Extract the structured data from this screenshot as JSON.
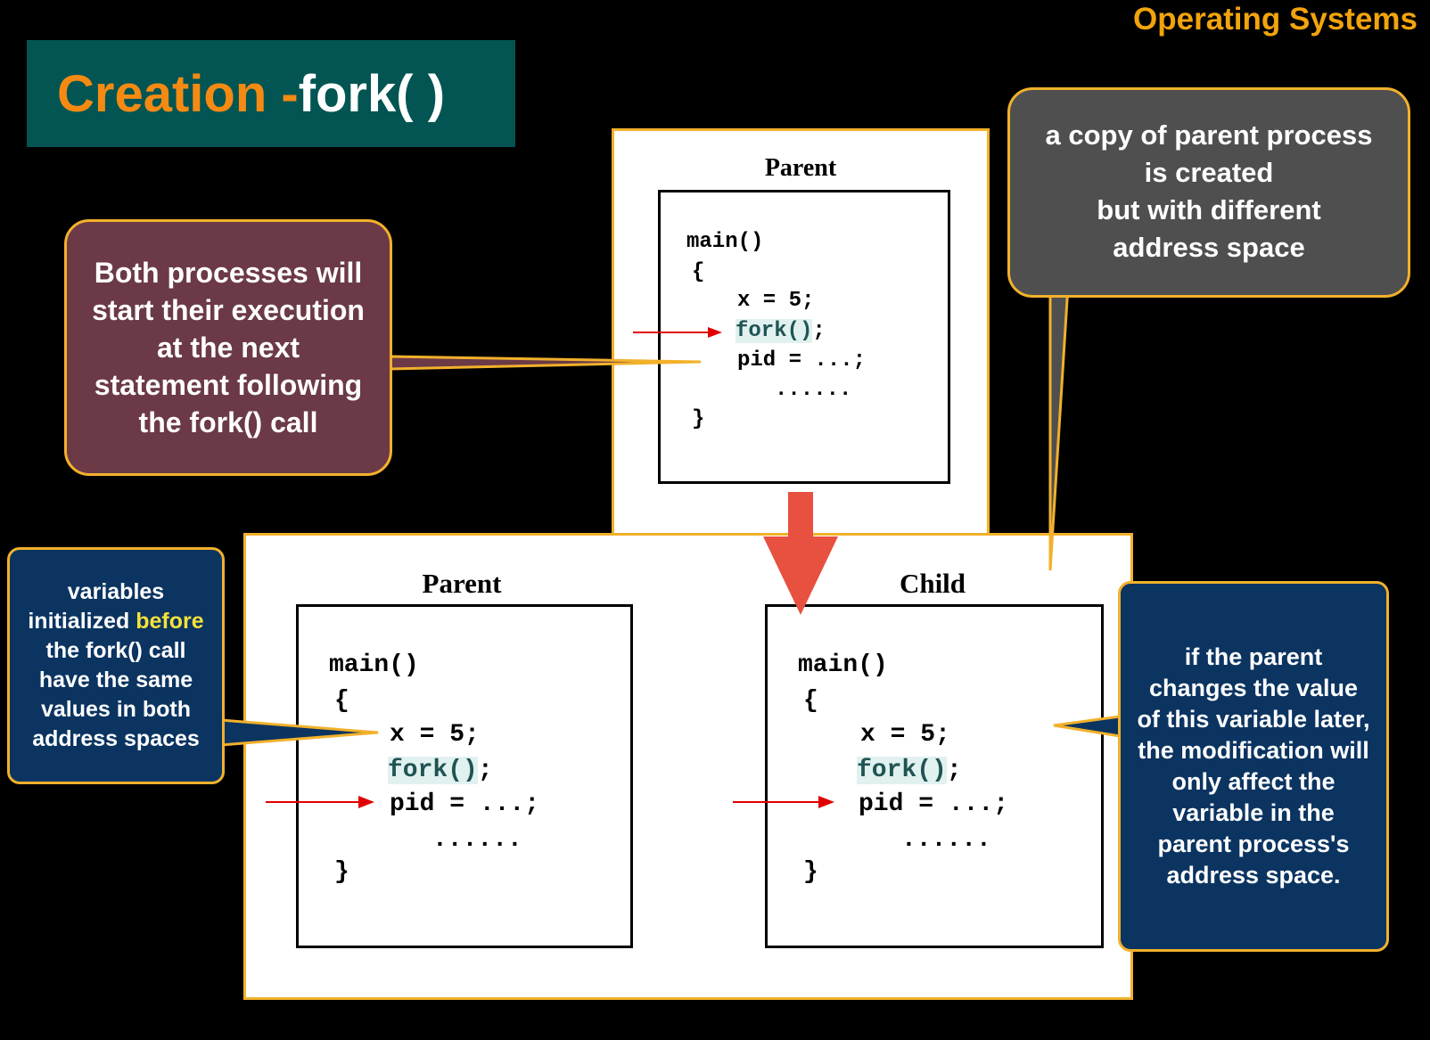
{
  "header": {
    "course": "Operating Systems",
    "title_main": "Creation - ",
    "title_code": "fork( )"
  },
  "top_process": {
    "label": "Parent",
    "code": {
      "main": "main()",
      "open": "{",
      "assign": "x = 5;",
      "fork": "fork()",
      "fork_end": ";",
      "pid": "pid = ...;",
      "dots": "......",
      "close": "}"
    }
  },
  "bottom_parent": {
    "label": "Parent",
    "code": {
      "main": "main()",
      "open": "{",
      "assign": "x = 5;",
      "fork": "fork()",
      "fork_end": ";",
      "pid": "pid = ...;",
      "dots": "......",
      "close": "}"
    }
  },
  "bottom_child": {
    "label": "Child",
    "code": {
      "main": "main()",
      "open": "{",
      "assign": "x = 5;",
      "fork": "fork()",
      "fork_end": ";",
      "pid": "pid = ...;",
      "dots": "......",
      "close": "}"
    }
  },
  "callouts": {
    "execution": {
      "line1": "Both processes will",
      "line2": "start their execution",
      "line3": "at the next",
      "line4": "statement following",
      "line5": "the fork() call"
    },
    "copy": {
      "line1": "a copy of parent process",
      "line2": "is created",
      "line3": "but with different",
      "line4": "address space"
    },
    "variables": {
      "line1": "variables",
      "line2_pre": "initialized ",
      "line2_kw": "before",
      "line3": "the fork() call",
      "line4": "have the same",
      "line5": "values in both",
      "line6": "address spaces"
    },
    "modification": {
      "line1": "if the parent",
      "line2": "changes the value",
      "line3": "of this variable later,",
      "line4": "the modification will",
      "line5": "only affect the",
      "line6": "variable in the",
      "line7": "parent process's",
      "line8": "address space."
    }
  },
  "colors": {
    "accent_orange": "#f58a13",
    "callout_border": "#f2b12b",
    "title_bg": "#025552",
    "maroon": "#6b3a46",
    "grey": "#4f4f4f",
    "navy": "#0b3461",
    "arrow_red": "#e8503f",
    "pointer_red": "#e00000",
    "highlight_yellow": "#f5e13a"
  }
}
